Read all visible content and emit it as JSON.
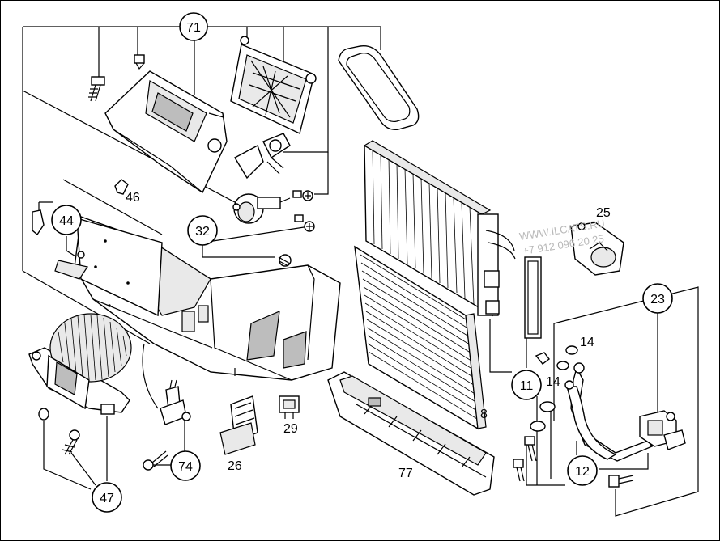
{
  "callouts": {
    "c71": "71",
    "c44": "44",
    "c32": "32",
    "c47": "47",
    "c74": "74",
    "c11": "11",
    "c12": "12",
    "c23": "23"
  },
  "labels": {
    "l46": "46",
    "l25": "25",
    "l14a": "14",
    "l14b": "14",
    "l8": "8",
    "l29": "29",
    "l26": "26",
    "l77": "77"
  },
  "watermark": {
    "line1": "WWW.ILCATS.RU",
    "line2": "+7 912 096 20 25"
  },
  "colors": {
    "line": "#000000",
    "background": "#ffffff",
    "watermark": "#b8b8b8"
  }
}
